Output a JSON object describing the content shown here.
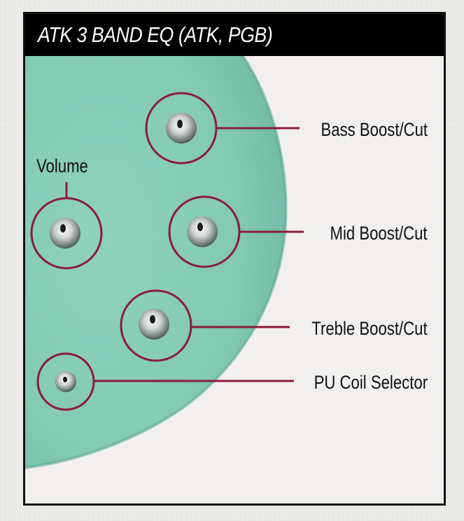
{
  "header": {
    "title": "ATK 3 BAND EQ (ATK, PGB)"
  },
  "labels": {
    "bass": "Bass Boost/Cut",
    "volume": "Volume",
    "mid": "Mid Boost/Cut",
    "treble": "Treble Boost/Cut",
    "pu_coil": "PU Coil Selector"
  },
  "colors": {
    "body": "#83cbb4",
    "callout": "#8b1c3a",
    "header_bg": "#000000",
    "header_text": "#ffffff",
    "background": "#f1f0ee"
  },
  "icons": {
    "knob": "control-knob-icon"
  }
}
